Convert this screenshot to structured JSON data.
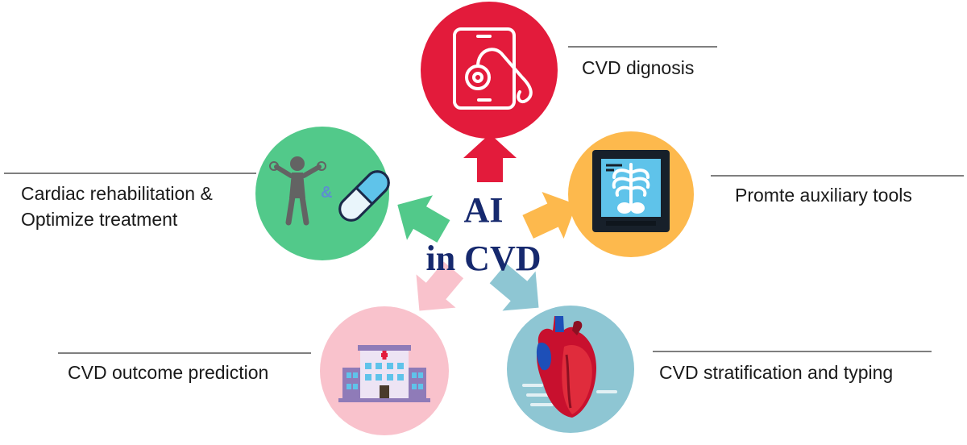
{
  "center": {
    "line1": "AI",
    "line2": "in CVD",
    "color": "#16296e"
  },
  "nodes": [
    {
      "id": "diagnosis",
      "label": "CVD dignosis",
      "color": "#e31b3b",
      "icon": "tablet-stethoscope-icon"
    },
    {
      "id": "auxiliary",
      "label": "Promte auxiliary tools",
      "color": "#fdb94d",
      "icon": "xray-monitor-icon"
    },
    {
      "id": "stratification",
      "label": "CVD stratification and typing",
      "color": "#8ec6d3",
      "icon": "heart-organ-icon"
    },
    {
      "id": "outcome",
      "label": "CVD outcome prediction",
      "color": "#f9c2cc",
      "icon": "hospital-icon"
    },
    {
      "id": "rehab",
      "label_line1": "Cardiac rehabilitation &",
      "label_line2": "Optimize treatment",
      "ampersand": "&",
      "color": "#52c98a",
      "icon": "exercise-pill-icon"
    }
  ]
}
